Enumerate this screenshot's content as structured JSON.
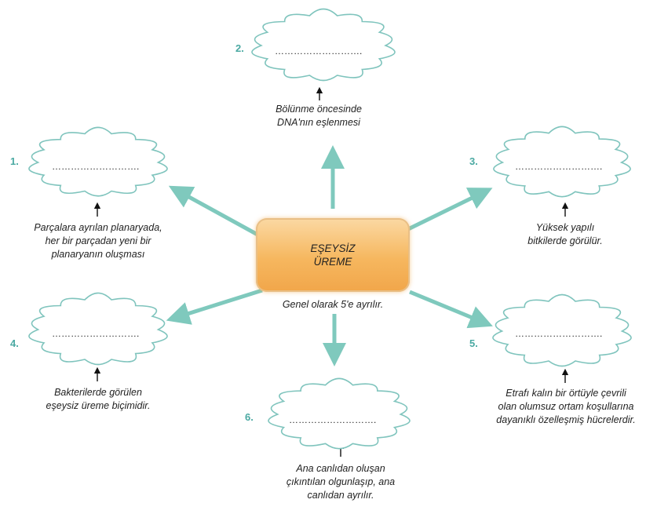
{
  "center": {
    "title_line1": "EŞEYSİZ",
    "title_line2": "ÜREME",
    "subtitle": "Genel olarak 5'e ayrılır."
  },
  "nodes": [
    {
      "number": "1.",
      "blank": "……………………….",
      "description_lines": [
        "Parçalara ayrılan planaryada,",
        "her bir parçadan yeni bir",
        "planaryanın oluşması"
      ]
    },
    {
      "number": "2.",
      "blank": "……………………….",
      "description_lines": [
        "Bölünme öncesinde",
        "DNA'nın eşlenmesi"
      ]
    },
    {
      "number": "3.",
      "blank": "……………………….",
      "description_lines": [
        "Yüksek yapılı",
        "bitkilerde görülür."
      ]
    },
    {
      "number": "4.",
      "blank": "……………………….",
      "description_lines": [
        "Bakterilerde görülen",
        "eşeysiz üreme biçimidir."
      ]
    },
    {
      "number": "5.",
      "blank": "……………………….",
      "description_lines": [
        "Etrafı kalın bir örtüyle çevrili",
        "olan olumsuz ortam koşullarına",
        "dayanıklı özelleşmiş hücrelerdir."
      ]
    },
    {
      "number": "6.",
      "blank": "……………………….",
      "description_lines": [
        "Ana canlıdan oluşan",
        "çıkıntılan olgunlaşıp, ana",
        "canlıdan ayrılır."
      ]
    }
  ],
  "colors": {
    "arrow": "#7fc9bd",
    "cloud_stroke": "#7fc4bd",
    "cloud_fill": "#ffffff",
    "number": "#4aa9a2",
    "center_fill": "#f6b75f"
  }
}
